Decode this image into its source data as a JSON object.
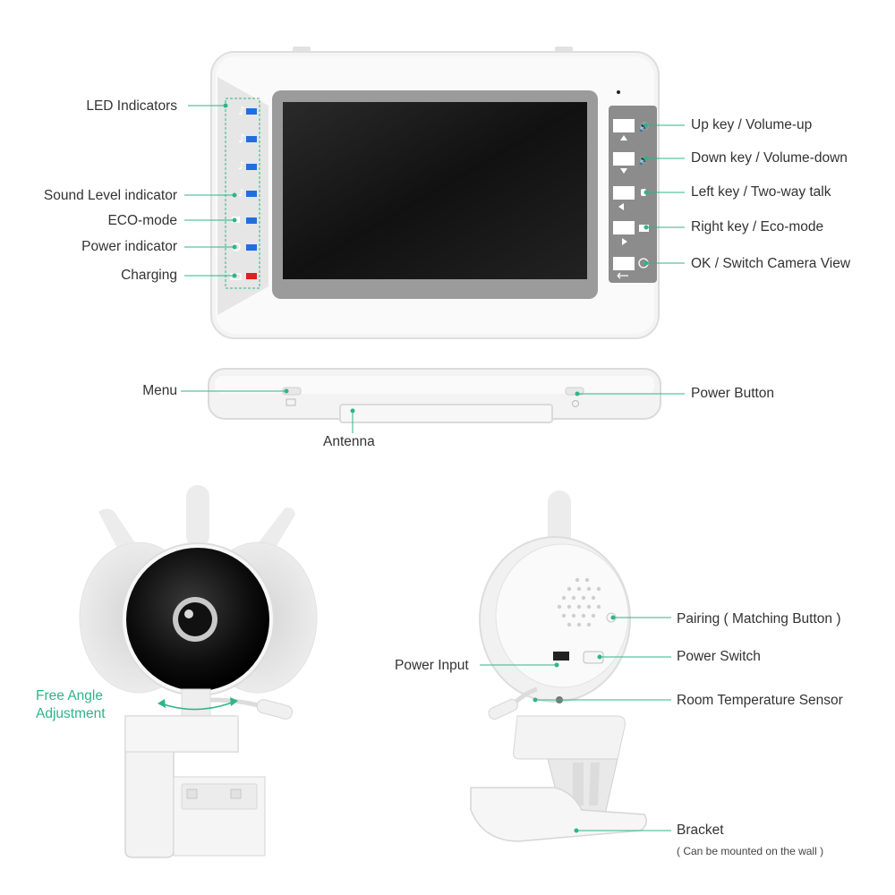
{
  "monitor_front": {
    "left_labels": {
      "led_indicators": "LED Indicators",
      "sound_level_indicator": "Sound Level indicator",
      "eco_mode": "ECO-mode",
      "power_indicator": "Power indicator",
      "charging": "Charging"
    },
    "right_labels": {
      "up_key": "Up key / Volume-up",
      "down_key": "Down key / Volume-down",
      "left_key": "Left key / Two-way talk",
      "right_key": "Right key / Eco-mode",
      "ok_key": "OK / Switch Camera View"
    }
  },
  "monitor_top": {
    "menu": "Menu",
    "power_button": "Power Button",
    "antenna": "Antenna"
  },
  "camera_front": {
    "free_angle": "Free Angle Adjustment"
  },
  "camera_back": {
    "power_input": "Power Input",
    "pairing": "Pairing ( Matching Button )",
    "power_switch": "Power Switch",
    "room_temp_sensor": "Room Temperature Sensor",
    "bracket": "Bracket",
    "bracket_note": "( Can be mounted on the wall )"
  },
  "colors": {
    "accent": "#2fb48a",
    "led_blue": "#1f6fe0",
    "led_red": "#e02020",
    "screen": "#1b1b1b"
  }
}
